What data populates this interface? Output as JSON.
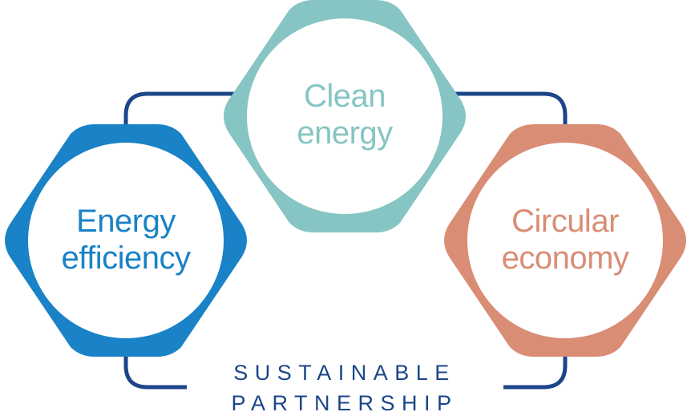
{
  "diagram": {
    "nodes": [
      {
        "id": "energy-efficiency",
        "line1": "Energy",
        "line2": "efficiency",
        "color": "#1a82c6"
      },
      {
        "id": "clean-energy",
        "line1": "Clean",
        "line2": "energy",
        "color": "#86c5c3"
      },
      {
        "id": "circular-economy",
        "line1": "Circular",
        "line2": "economy",
        "color": "#d98d74"
      }
    ],
    "connector_color": "#1c4688",
    "footer": {
      "line1": "SUSTAINABLE",
      "line2": "PARTNERSHIP"
    }
  }
}
